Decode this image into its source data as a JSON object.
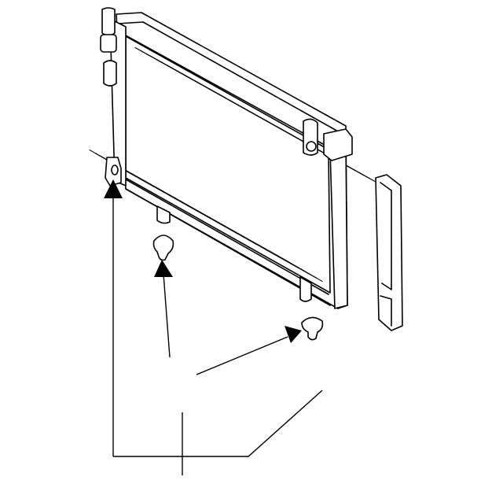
{
  "diagram": {
    "parts": [
      {
        "id": "condenser-assembly",
        "name": "condenser-assembly"
      },
      {
        "id": "mount-grommet-left",
        "name": "mount-grommet-left"
      },
      {
        "id": "mount-grommet-right",
        "name": "mount-grommet-right"
      },
      {
        "id": "side-seal",
        "name": "side-seal"
      },
      {
        "id": "mount-bracket-tab",
        "name": "mount-bracket-tab"
      }
    ],
    "colors": {
      "line": "#000000",
      "background": "#ffffff"
    }
  }
}
